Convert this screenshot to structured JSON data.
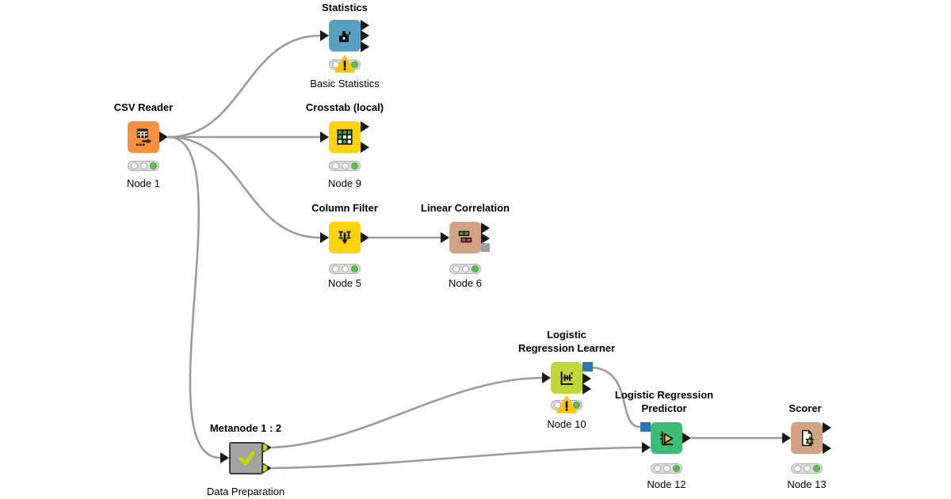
{
  "canvas": {
    "background": "#ffffff",
    "edge_color": "#9b9b9b"
  },
  "nodes": [
    {
      "name": "csv-reader",
      "title_lines": [
        "CSV Reader"
      ],
      "label": "Node 1",
      "color": "#f6923e",
      "status": "success",
      "icon": "table-arrow-icon"
    },
    {
      "name": "statistics",
      "title_lines": [
        "Statistics"
      ],
      "label": "Basic Statistics",
      "color": "#58a0bf",
      "status": "warning",
      "icon": "histogram-icon"
    },
    {
      "name": "crosstab",
      "title_lines": [
        "Crosstab (local)"
      ],
      "label": "Node 9",
      "color": "#fdd30f",
      "status": "success",
      "icon": "grid-table-icon"
    },
    {
      "name": "column-filter",
      "title_lines": [
        "Column Filter"
      ],
      "label": "Node 5",
      "color": "#fdd30f",
      "status": "success",
      "icon": "filter-arrows-icon"
    },
    {
      "name": "linear-correlation",
      "title_lines": [
        "Linear Correlation"
      ],
      "label": "Node 6",
      "color": "#d2a284",
      "status": "success",
      "icon": "correlation-squares-icon"
    },
    {
      "name": "metanode",
      "title_lines": [
        "Metanode 1 : 2"
      ],
      "label": "Data Preparation",
      "color": "#a3a3a3",
      "status": "none",
      "icon": "checkmark-icon"
    },
    {
      "name": "logistic-regression-learner",
      "title_lines": [
        "Logistic",
        "Regression Learner"
      ],
      "label": "Node 10",
      "color": "#bfd73a",
      "status": "warning",
      "icon": "learner-chart-icon"
    },
    {
      "name": "logistic-regression-predictor",
      "title_lines": [
        "Logistic Regression",
        "Predictor"
      ],
      "label": "Node 12",
      "color": "#3cbd78",
      "status": "success",
      "icon": "predictor-chart-icon"
    },
    {
      "name": "scorer",
      "title_lines": [
        "Scorer"
      ],
      "label": "Node 13",
      "color": "#d2a284",
      "status": "success",
      "icon": "document-star-icon"
    }
  ],
  "connections": [
    {
      "from": "CSV Reader",
      "to": "Statistics"
    },
    {
      "from": "CSV Reader",
      "to": "Crosstab (local)"
    },
    {
      "from": "CSV Reader",
      "to": "Column Filter"
    },
    {
      "from": "CSV Reader",
      "to": "Metanode 1 : 2"
    },
    {
      "from": "Column Filter",
      "to": "Linear Correlation"
    },
    {
      "from": "Metanode 1 : 2",
      "to": "Logistic Regression Learner"
    },
    {
      "from": "Metanode 1 : 2",
      "to": "Logistic Regression Predictor"
    },
    {
      "from": "Logistic Regression Learner",
      "to": "Logistic Regression Predictor"
    },
    {
      "from": "Logistic Regression Predictor",
      "to": "Scorer"
    }
  ],
  "port_colors": {
    "data": "#1a1a1a",
    "model": "#2e75b6",
    "inactive": "#9e9e9e",
    "metanode_dot": "#c6d800"
  }
}
